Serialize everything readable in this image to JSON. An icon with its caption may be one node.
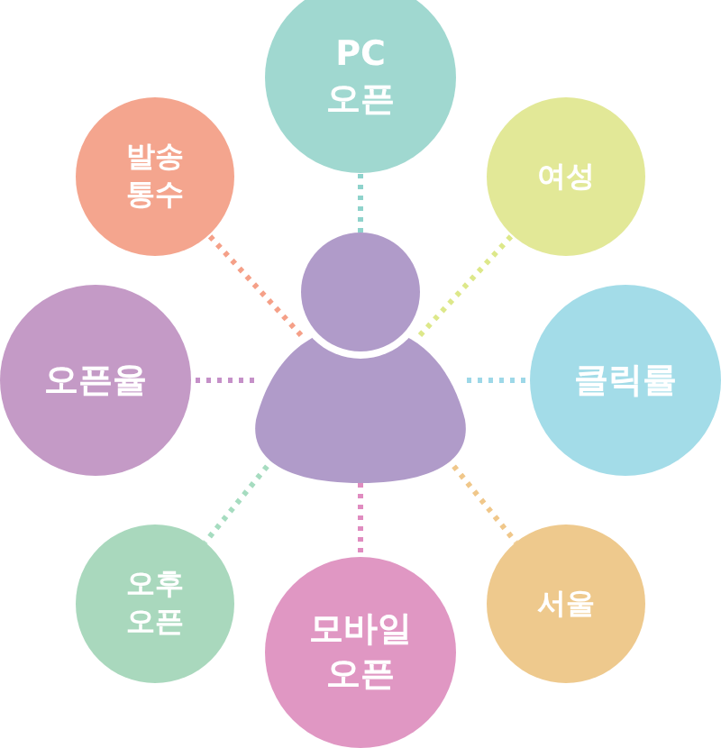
{
  "diagram": {
    "nodes": [
      {
        "text": [
          "PC 오픈"
        ]
      },
      {
        "text": [
          "발송 통수"
        ]
      },
      {
        "text": [
          "여성"
        ]
      },
      {
        "text": [],
        "shape": "person"
      },
      {
        "text": [
          "오픈율"
        ]
      },
      {
        "text": [
          "클릭률"
        ]
      },
      {
        "text": [
          "오후 오픈"
        ]
      },
      {
        "text": [
          "모바일 오픈"
        ]
      },
      {
        "text": [
          "서울"
        ]
      }
    ],
    "edges": [
      {
        "from": 3,
        "to": 0,
        "arrow": "none",
        "style": "dashed",
        "color": "#8fd3cc"
      },
      {
        "from": 3,
        "to": 1,
        "arrow": "none",
        "style": "dashed",
        "color": "#f5a088"
      },
      {
        "from": 3,
        "to": 2,
        "arrow": "none",
        "style": "dashed",
        "color": "#dde88a"
      },
      {
        "from": 3,
        "to": 4,
        "arrow": "none",
        "style": "dashed",
        "color": "#c590c8"
      },
      {
        "from": 3,
        "to": 5,
        "arrow": "none",
        "style": "dashed",
        "color": "#9dd8e8"
      },
      {
        "from": 3,
        "to": 6,
        "arrow": "none",
        "style": "dashed",
        "color": "#a6dcc0"
      },
      {
        "from": 3,
        "to": 7,
        "arrow": "none",
        "style": "dashed",
        "color": "#e08cc0"
      },
      {
        "from": 3,
        "to": 8,
        "arrow": "none",
        "style": "dashed",
        "color": "#f0c78a"
      }
    ]
  }
}
